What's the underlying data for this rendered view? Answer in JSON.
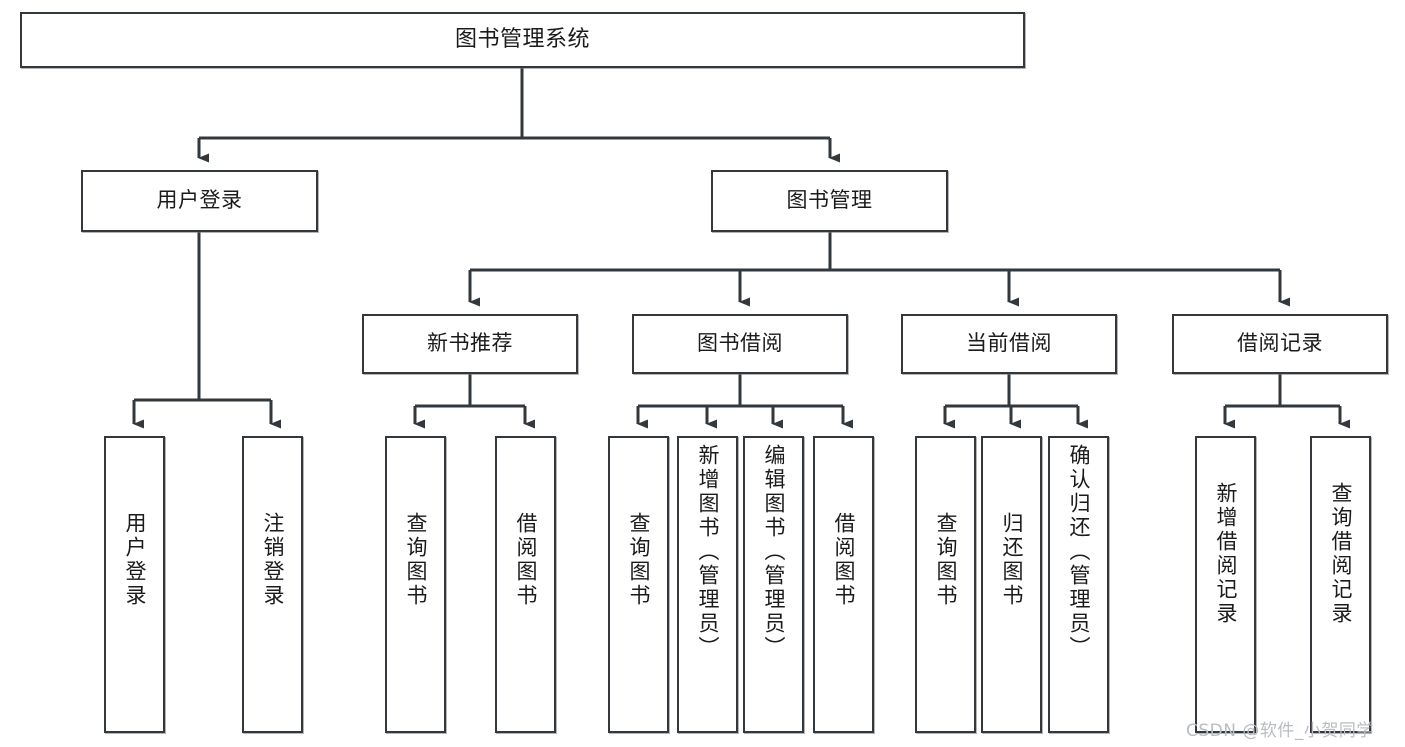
{
  "diagram": {
    "type": "tree-hierarchy",
    "title": "图书管理系统",
    "orientation": "top-down",
    "line_color": "#33383d",
    "box_fill": "#ffffff",
    "text_color": "#1b1b1b",
    "watermark": "CSDN @软件_小贺同学",
    "nodes": {
      "root": {
        "label": "图书管理系统"
      },
      "level2": [
        {
          "id": "user-login",
          "label": "用户登录"
        },
        {
          "id": "book-manage",
          "label": "图书管理"
        }
      ],
      "level3": [
        {
          "id": "new-book-recommend",
          "label": "新书推荐",
          "parent": "book-manage"
        },
        {
          "id": "book-borrow",
          "label": "图书借阅",
          "parent": "book-manage"
        },
        {
          "id": "current-borrow",
          "label": "当前借阅",
          "parent": "book-manage"
        },
        {
          "id": "borrow-record",
          "label": "借阅记录",
          "parent": "book-manage"
        }
      ],
      "leaves": {
        "user_login": [
          {
            "id": "leaf-user-login",
            "label": "用户登录"
          },
          {
            "id": "leaf-logout-login",
            "label": "注销登录"
          }
        ],
        "new_book_recommend": [
          {
            "id": "leaf-query-book-1",
            "label": "查询图书"
          },
          {
            "id": "leaf-borrow-book-1",
            "label": "借阅图书"
          }
        ],
        "book_borrow": [
          {
            "id": "leaf-query-book-2",
            "label": "查询图书"
          },
          {
            "id": "leaf-add-book",
            "label": "新增图书（管理员）"
          },
          {
            "id": "leaf-edit-book",
            "label": "编辑图书（管理员）"
          },
          {
            "id": "leaf-borrow-book-2",
            "label": "借阅图书"
          }
        ],
        "current_borrow": [
          {
            "id": "leaf-query-book-3",
            "label": "查询图书"
          },
          {
            "id": "leaf-return-book",
            "label": "归还图书"
          },
          {
            "id": "leaf-confirm-return",
            "label": "确认归还（管理员）"
          }
        ],
        "borrow_record": [
          {
            "id": "leaf-add-record",
            "label": "新增借阅记录"
          },
          {
            "id": "leaf-query-record",
            "label": "查询借阅记录"
          }
        ]
      }
    }
  }
}
